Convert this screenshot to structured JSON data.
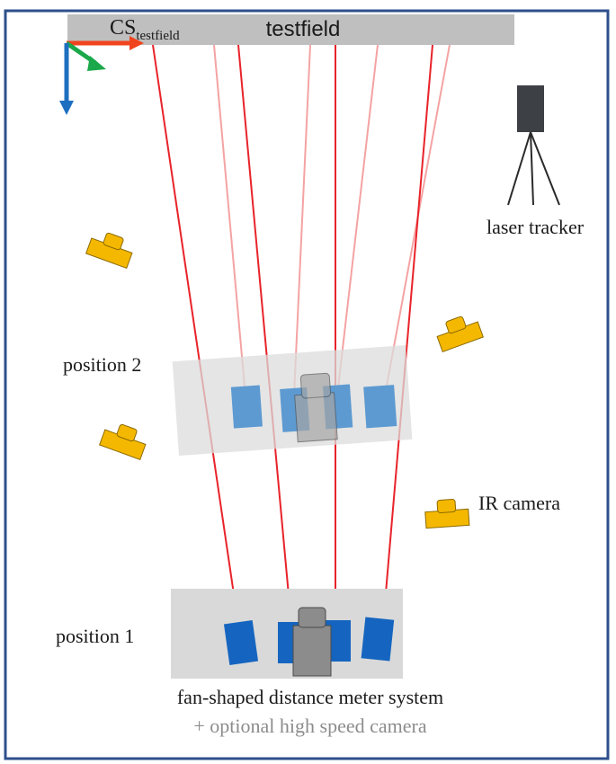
{
  "testfield": {
    "label": "testfield"
  },
  "coordinate_system": {
    "label_main": "CS",
    "label_sub": "testfield",
    "x_color": "#f0441e",
    "y_color": "#1aa84a",
    "z_color": "#1e6fc0"
  },
  "laser_tracker": {
    "label": "laser tracker",
    "icon": "tripod-tracker-icon"
  },
  "ir_camera": {
    "label": "IR camera",
    "icon": "camera-icon",
    "color": "#f5b800"
  },
  "position_1": {
    "label": "position 1"
  },
  "position_2": {
    "label": "position 2"
  },
  "system": {
    "label": "fan-shaped distance meter system",
    "optional_label": "+ optional high speed camera"
  },
  "colors": {
    "frame": "#2e4f8c",
    "beam": "#e8232a",
    "beam_faded": "#f4a3a3",
    "meter_dark": "#1565c0",
    "meter_light": "#5d9ad1",
    "camera_gray": "#8c8c8c"
  }
}
